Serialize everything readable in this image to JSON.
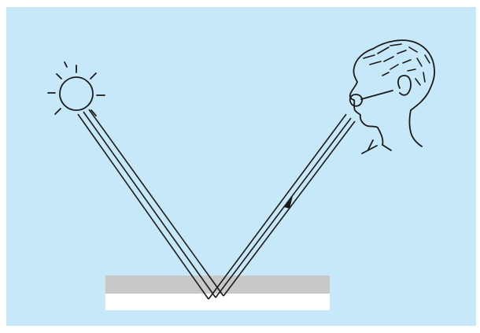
{
  "diagram": {
    "background_color": "#c6e8f9",
    "line_color": "#1a1a1a",
    "surface": {
      "top_layer_color": "#c8c8c8",
      "bottom_layer_color": "#ffffff"
    },
    "elements": [
      "sun-icon",
      "observer-head-icon",
      "incident-light-rays",
      "reflected-light-rays",
      "reflecting-surface",
      "direction-arrow"
    ]
  }
}
